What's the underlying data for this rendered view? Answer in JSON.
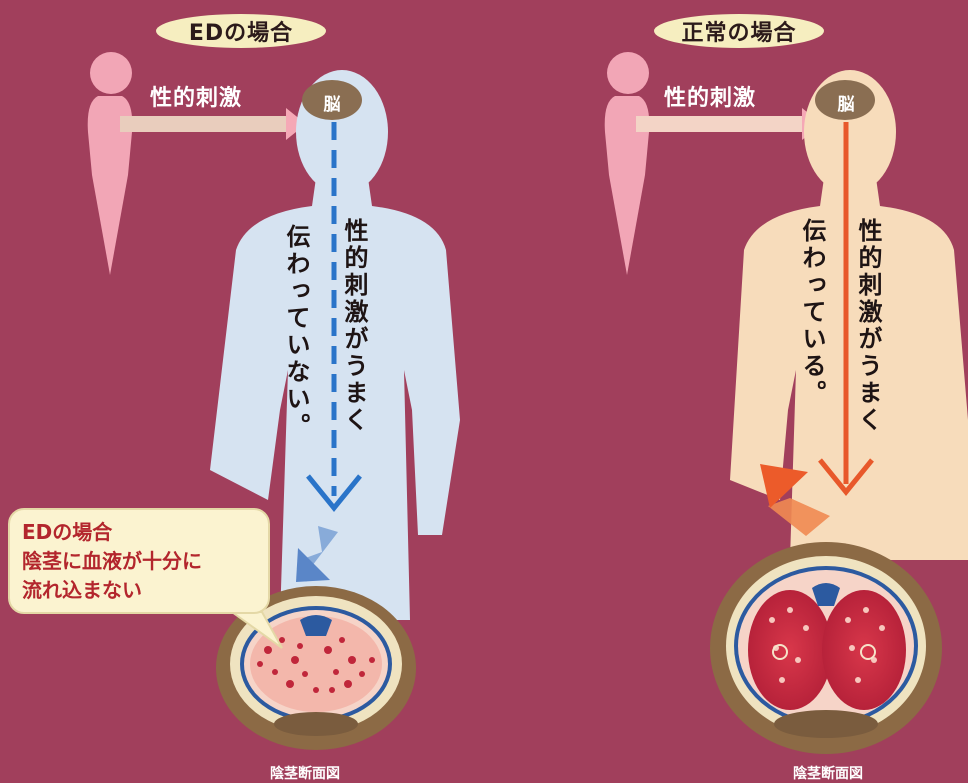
{
  "left": {
    "title": "EDの場合",
    "stimulus_label": "性的刺激",
    "brain_label": "脳",
    "vertical_text_1": "性的刺激がうまく",
    "vertical_text_2": "伝わっていない。",
    "callout": {
      "line1": "EDの場合",
      "line2": "陰茎に血液が十分に",
      "line3": "流れ込まない"
    },
    "caption": "陰茎断面図"
  },
  "right": {
    "title": "正常の場合",
    "stimulus_label": "性的刺激",
    "brain_label": "脳",
    "vertical_text_1": "性的刺激がうまく",
    "vertical_text_2": "伝わっている。",
    "caption": "陰茎断面図"
  },
  "colors": {
    "background": "#a13f5c",
    "left_body": "#d6e3f1",
    "right_body": "#f7dcbb",
    "woman_silhouette": "#f2a6b6",
    "brain": "#8a6e52",
    "dashed_signal": "#2a74c9",
    "solid_signal": "#e8582a",
    "callout_text": "#b3262d"
  }
}
